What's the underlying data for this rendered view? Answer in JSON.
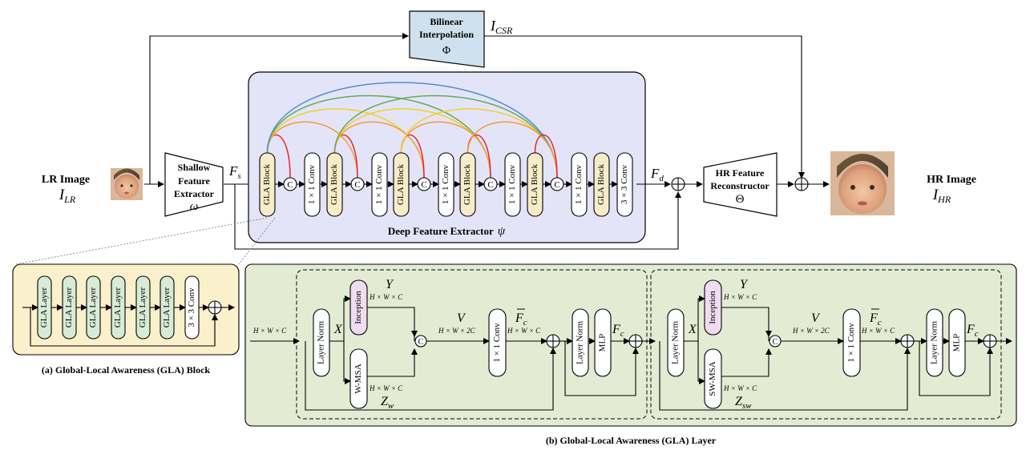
{
  "top": {
    "interp_line1": "Bilinear",
    "interp_line2": "Interpolation",
    "interp_sym": "Φ",
    "csr_label_main": "I",
    "csr_label_sub": "CSR"
  },
  "input": {
    "title": "LR Image",
    "sym_main": "I",
    "sym_sub": "LR"
  },
  "output": {
    "title": "HR Image",
    "sym_main": "I",
    "sym_sub": "HR"
  },
  "shallow": {
    "line1": "Shallow",
    "line2": "Feature",
    "line3": "Extractor",
    "sym": "ω",
    "out_main": "F",
    "out_sub": "s"
  },
  "deep": {
    "caption": "Deep Feature Extractor",
    "sym": "ψ",
    "blocks": [
      "GLA Block",
      "1 × 1 Conv",
      "GLA Block",
      "1 × 1 Conv",
      "GLA Block",
      "1 × 1 Conv",
      "GLA Block",
      "1 × 1 Conv",
      "GLA Block",
      "3 × 3 Conv"
    ],
    "concat_symbol": "C",
    "out_main": "F",
    "out_sub": "d"
  },
  "recon": {
    "line1": "HR Feature",
    "line2": "Reconstructor",
    "sym": "Θ"
  },
  "gla_block": {
    "caption": "(a) Global-Local Awareness (GLA) Block",
    "layers": [
      "GLA Layer",
      "GLA Layer",
      "GLA Layer",
      "GLA Layer",
      "GLA Layer",
      "GLA Layer",
      "3 × 3 Conv"
    ]
  },
  "gla_layer": {
    "caption": "(b) Global-Local Awareness (GLA) Layer",
    "input_dim": "H × W × C",
    "left": {
      "norm": "Layer Norm",
      "x": "X",
      "inception": "Inception",
      "y": "Y",
      "y_dim": "H × W × C",
      "msa": "W-MSA",
      "z_main": "Z",
      "z_sub": "w",
      "z_dim": "H × W × C",
      "v": "V",
      "v_dim": "H × W × 2C",
      "conv": "1 × 1 Conv",
      "fc_hat": "F",
      "fc_hat_sub": "c",
      "fc_dim": "H × W × C",
      "norm2": "Layer Norm",
      "mlp": "MLP",
      "fc": "F",
      "fc_sub": "c"
    },
    "right": {
      "norm": "Layer Norm",
      "x": "X",
      "inception": "Inception",
      "y": "Y",
      "y_dim": "H × W × C",
      "msa": "SW-MSA",
      "z_main": "Z",
      "z_sub": "sw",
      "z_dim": "H × W × C",
      "v": "V",
      "v_dim": "H × W × 2C",
      "conv": "1 × 1 Conv",
      "fc_hat": "F",
      "fc_hat_sub": "c",
      "fc_dim": "H × W × C",
      "norm2": "Layer Norm",
      "mlp": "MLP",
      "fc": "F",
      "fc_sub": "c"
    }
  },
  "colors": {
    "deep_bg": "#e4e4f8",
    "gla_block_bg": "#fbf0cc",
    "gla_layer_bg": "#e3ecd3",
    "gla_block_fill": "#f6edc8",
    "gla_layer_fill": "#d8ebd6",
    "inception_fill": "#f0dcf0",
    "interp_fill": "#cfe1ef",
    "arc_red": "#e8242c",
    "arc_orange": "#f39c34",
    "arc_yellow": "#f2cf2b",
    "arc_green": "#65a85a",
    "arc_blue": "#4f8fcb"
  }
}
